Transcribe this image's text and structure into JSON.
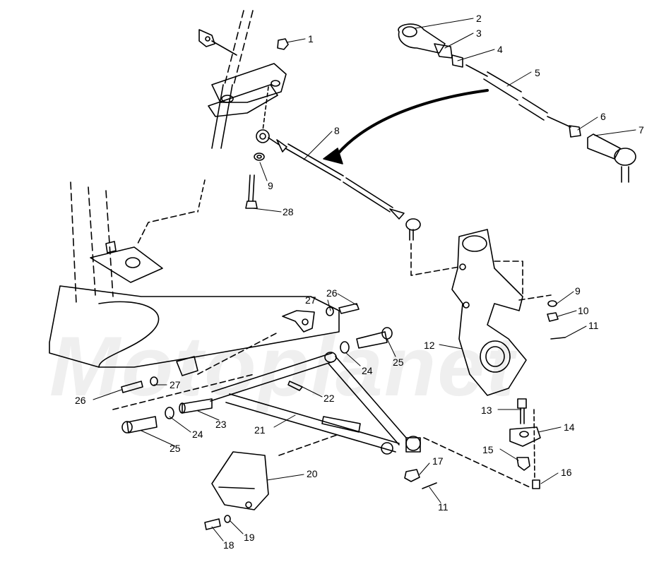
{
  "diagram": {
    "watermark": "Motoplanet",
    "callouts": [
      {
        "id": "c1",
        "num": "1"
      },
      {
        "id": "c2",
        "num": "2"
      },
      {
        "id": "c3",
        "num": "3"
      },
      {
        "id": "c4",
        "num": "4"
      },
      {
        "id": "c5",
        "num": "5"
      },
      {
        "id": "c6",
        "num": "6"
      },
      {
        "id": "c7",
        "num": "7"
      },
      {
        "id": "c8",
        "num": "8"
      },
      {
        "id": "c9a",
        "num": "9"
      },
      {
        "id": "c28",
        "num": "28"
      },
      {
        "id": "c9b",
        "num": "9"
      },
      {
        "id": "c10",
        "num": "10"
      },
      {
        "id": "c11a",
        "num": "11"
      },
      {
        "id": "c12",
        "num": "12"
      },
      {
        "id": "c27a",
        "num": "27"
      },
      {
        "id": "c26a",
        "num": "26"
      },
      {
        "id": "c24a",
        "num": "24"
      },
      {
        "id": "c25a",
        "num": "25"
      },
      {
        "id": "c26b",
        "num": "26"
      },
      {
        "id": "c27b",
        "num": "27"
      },
      {
        "id": "c22",
        "num": "22"
      },
      {
        "id": "c23",
        "num": "23"
      },
      {
        "id": "c24b",
        "num": "24"
      },
      {
        "id": "c25b",
        "num": "25"
      },
      {
        "id": "c21",
        "num": "21"
      },
      {
        "id": "c13",
        "num": "13"
      },
      {
        "id": "c14",
        "num": "14"
      },
      {
        "id": "c15",
        "num": "15"
      },
      {
        "id": "c16",
        "num": "16"
      },
      {
        "id": "c17",
        "num": "17"
      },
      {
        "id": "c11b",
        "num": "11"
      },
      {
        "id": "c20",
        "num": "20"
      },
      {
        "id": "c19",
        "num": "19"
      },
      {
        "id": "c18",
        "num": "18"
      }
    ]
  }
}
